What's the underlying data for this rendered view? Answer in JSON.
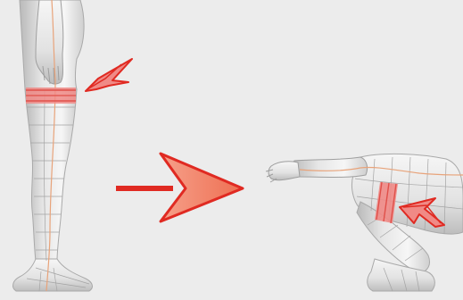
{
  "diagram": {
    "description_items": [
      {
        "name": "standing-figure",
        "pose": "standing"
      },
      {
        "name": "squatting-figure",
        "pose": "squatting"
      }
    ],
    "colors": {
      "background": "#ececec",
      "skin_light": "#f4f4f4",
      "skin_mid": "#d9d9d9",
      "skin_dark": "#b9b9b9",
      "wire": "#9a9a9a",
      "centerline": "#e8a37a",
      "band": "#e0504a",
      "band_fill": "#f08a86",
      "arrow_red": "#e02a22",
      "arrow_fill": "#f2866a"
    },
    "icons": {
      "transition": "right-arrow-icon",
      "pointer_left": "pointer-arrow-icon",
      "pointer_right": "pointer-arrow-icon"
    }
  }
}
